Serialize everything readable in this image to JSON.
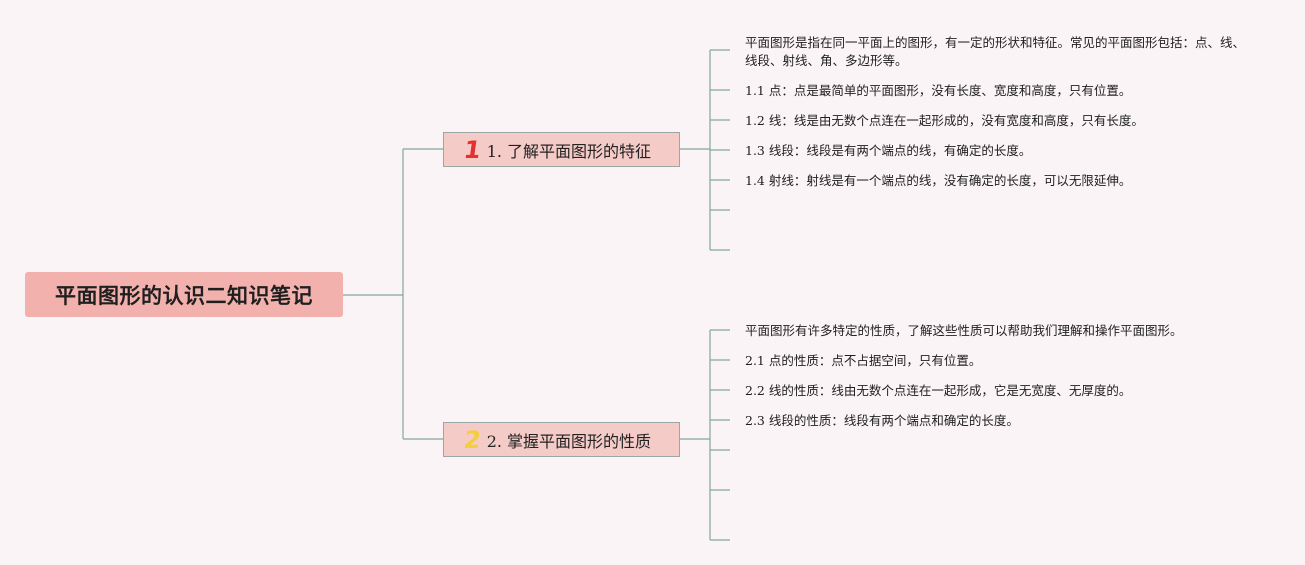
{
  "root": {
    "label": "平面图形的认识二知识笔记"
  },
  "branches": [
    {
      "label": "1. 了解平面图形的特征",
      "icon": "number-1-icon",
      "icon_text": "1",
      "icon_color": "#e5302e",
      "leaves": [
        "平面图形是指在同一平面上的图形，有一定的形状和特征。常见的平面图形包括：点、线、线段、射线、角、多边形等。",
        "1.1 点：点是最简单的平面图形，没有长度、宽度和高度，只有位置。",
        "1.2 线：线是由无数个点连在一起形成的，没有宽度和高度，只有长度。",
        "1.3 线段：线段是有两个端点的线，有确定的长度。",
        "1.4 射线：射线是有一个端点的线，没有确定的长度，可以无限延伸。"
      ]
    },
    {
      "label": "2. 掌握平面图形的性质",
      "icon": "number-2-icon",
      "icon_text": "2",
      "icon_color": "#f3cf3c",
      "leaves": [
        "平面图形有许多特定的性质，了解这些性质可以帮助我们理解和操作平面图形。",
        "2.1 点的性质：点不占据空间，只有位置。",
        "2.2 线的性质：线由无数个点连在一起形成，它是无宽度、无厚度的。",
        "2.3 线段的性质：线段有两个端点和确定的长度。"
      ]
    }
  ],
  "colors": {
    "connector": "#7fa89a",
    "root_fill": "#f3b1ad",
    "branch_fill": "#f5cbc8",
    "background": "#fbf4f6"
  }
}
